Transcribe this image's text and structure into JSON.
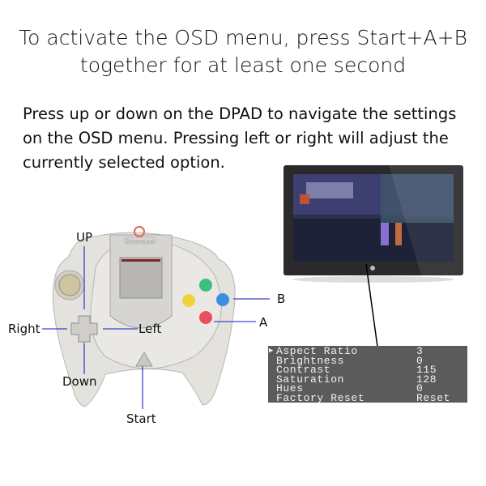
{
  "heading": {
    "line1": "To activate the OSD menu, press Start+A+B",
    "line2": "together for at least one second"
  },
  "instructions": {
    "line1": "Press up or down on the DPAD to navigate the settings",
    "line2": "on the OSD menu. Pressing left or right will adjust the",
    "line3": "currently selected option."
  },
  "controller": {
    "brand": "Dreamcast",
    "labels": {
      "up": "UP",
      "right": "Right",
      "left": "Left",
      "down": "Down",
      "start": "Start",
      "b": "B",
      "a": "A"
    },
    "button_colors": {
      "y": "#3fbf7f",
      "x": "#f2d23a",
      "b": "#3b8fe0",
      "a": "#e8505e",
      "callout": "#3a43c8"
    }
  },
  "osd_menu": {
    "selected_marker": "▶",
    "items": [
      {
        "name": "Aspect Ratio",
        "value": "3",
        "selected": true
      },
      {
        "name": "Brightness",
        "value": "0"
      },
      {
        "name": "Contrast",
        "value": "115"
      },
      {
        "name": "Saturation",
        "value": "128"
      },
      {
        "name": "Hues",
        "value": "0"
      },
      {
        "name": "Factory Reset",
        "value": "Reset"
      }
    ]
  }
}
